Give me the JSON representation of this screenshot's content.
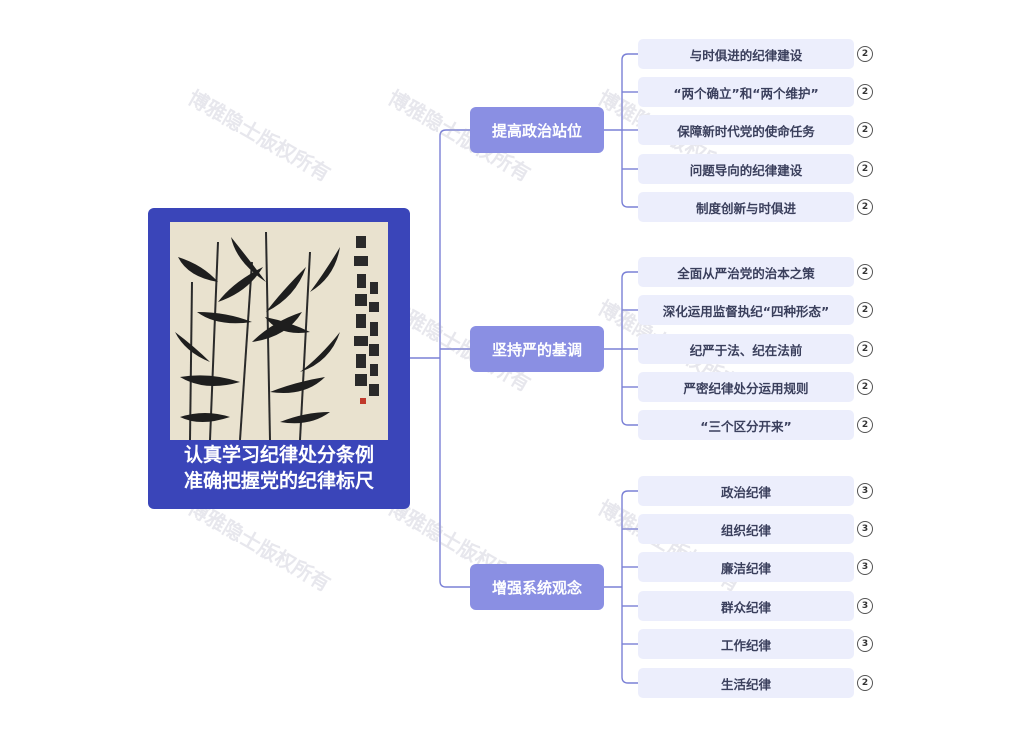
{
  "root": {
    "title_line1": "认真学习纪律处分条例",
    "title_line2": "准确把握党的纪律标尺",
    "image": "bamboo-ink-painting"
  },
  "branches": [
    {
      "label": "提高政治站位",
      "leaves": [
        {
          "label": "与时俱进的纪律建设",
          "badge": "2"
        },
        {
          "label": "“两个确立”和“两个维护”",
          "badge": "2"
        },
        {
          "label": "保障新时代党的使命任务",
          "badge": "2"
        },
        {
          "label": "问题导向的纪律建设",
          "badge": "2"
        },
        {
          "label": "制度创新与时俱进",
          "badge": "2"
        }
      ]
    },
    {
      "label": "坚持严的基调",
      "leaves": [
        {
          "label": "全面从严治党的治本之策",
          "badge": "2"
        },
        {
          "label": "深化运用监督执纪“四种形态”",
          "badge": "2"
        },
        {
          "label": "纪严于法、纪在法前",
          "badge": "2"
        },
        {
          "label": "严密纪律处分运用规则",
          "badge": "2"
        },
        {
          "label": "“三个区分开来”",
          "badge": "2"
        }
      ]
    },
    {
      "label": "增强系统观念",
      "leaves": [
        {
          "label": "政治纪律",
          "badge": "3"
        },
        {
          "label": "组织纪律",
          "badge": "3"
        },
        {
          "label": "廉洁纪律",
          "badge": "3"
        },
        {
          "label": "群众纪律",
          "badge": "3"
        },
        {
          "label": "工作纪律",
          "badge": "3"
        },
        {
          "label": "生活纪律",
          "badge": "2"
        }
      ]
    }
  ],
  "watermark": "博雅隐士版权所有",
  "colors": {
    "root": "#3a45b9",
    "branch": "#8a8fe3",
    "leaf": "#eceefc",
    "line": "#7a80d6"
  }
}
